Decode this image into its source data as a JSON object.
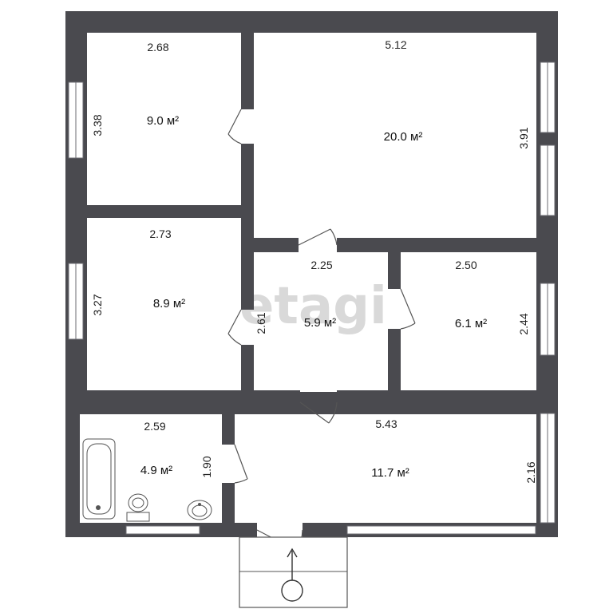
{
  "watermark": "etagi",
  "rooms": [
    {
      "id": "bedroom-top-left",
      "area": "9.0 м²",
      "width": "2.68",
      "height": "3.38"
    },
    {
      "id": "living-room",
      "area": "20.0 м²",
      "width": "5.12",
      "height": "3.91"
    },
    {
      "id": "bedroom-mid-left",
      "area": "8.9 м²",
      "width": "2.73",
      "height": "3.27"
    },
    {
      "id": "hall",
      "area": "5.9 м²",
      "width": "2.25",
      "height": "2.61"
    },
    {
      "id": "room-mid-right",
      "area": "6.1 м²",
      "width": "2.50",
      "height": "2.44"
    },
    {
      "id": "bathroom",
      "area": "4.9 м²",
      "width": "2.59",
      "height": "1.90"
    },
    {
      "id": "kitchen",
      "area": "11.7 м²",
      "width": "5.43",
      "height": "2.16"
    }
  ]
}
